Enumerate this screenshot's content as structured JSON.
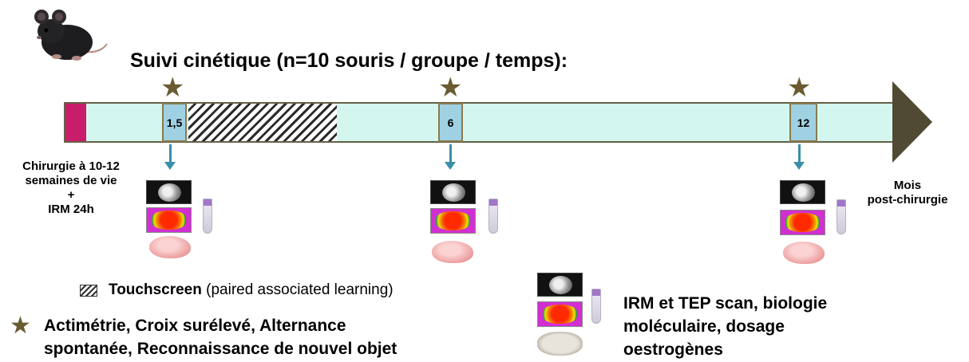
{
  "title": "Suivi cinétique (n=10 souris / groupe / temps):",
  "timeline": {
    "markers": [
      {
        "label": "1,5"
      },
      {
        "label": "6"
      },
      {
        "label": "12"
      }
    ],
    "start_label": [
      "Chirurgie à 10-12",
      "semaines de vie",
      "+",
      "IRM 24h"
    ],
    "end_label": [
      "Mois",
      "post-chirurgie"
    ]
  },
  "legend": {
    "touchscreen_bold": "Touchscreen",
    "touchscreen_rest": " (paired associated learning)",
    "star_line1": "Actimétrie, Croix surélevé, Alternance",
    "star_line2": "spontanée, Reconnaissance de nouvel objet",
    "imaging_line1": "IRM et TEP scan, biologie",
    "imaging_line2": "moléculaire, dosage",
    "imaging_line3": "oestrogènes"
  },
  "colors": {
    "bar_fill": "#d3f7ef",
    "bar_start": "#c81d6a",
    "arrow": "#504a33",
    "marker_fill": "#9fd1e3",
    "star": "#6a5b31",
    "down_arrow": "#3b8ea8"
  },
  "icons": [
    "mouse-icon",
    "star-icon",
    "mri-icon",
    "pet-scan-icon",
    "brain-icon",
    "blood-tube-icon",
    "brain-slice-icon"
  ]
}
